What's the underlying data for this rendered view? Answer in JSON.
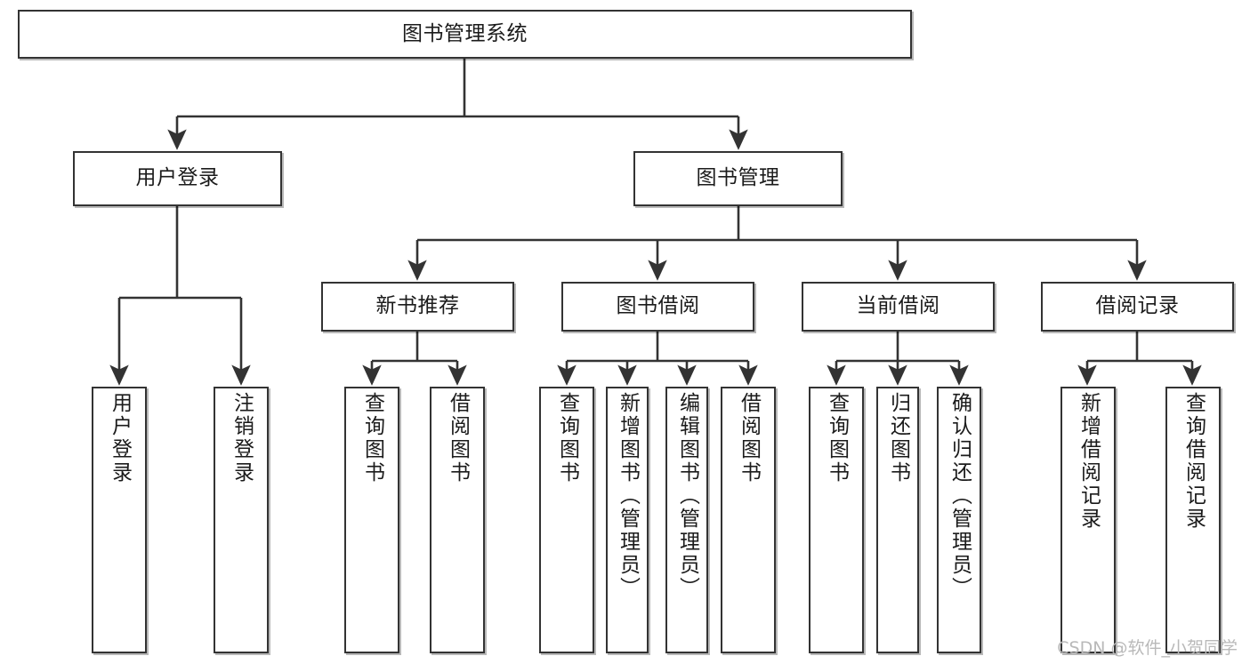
{
  "page": {
    "background": "#ffffff",
    "line_color": "#333333",
    "box_border_color": "#333333",
    "box_fill": "#ffffff",
    "text_color": "#1b1b1b",
    "watermark": "CSDN @软件_小贺同学",
    "watermark_color": "#b9b9b9"
  },
  "chart_data": {
    "type": "diagram",
    "diagram_kind": "tree-hierarchy",
    "title": "图书管理系统",
    "orientation": "top-down",
    "levels": 4,
    "nodes": [
      {
        "id": "root",
        "label": "图书管理系统",
        "level": 0,
        "parent": null,
        "orientation": "horizontal"
      },
      {
        "id": "login",
        "label": "用户登录",
        "level": 1,
        "parent": "root",
        "orientation": "horizontal"
      },
      {
        "id": "bookmgmt",
        "label": "图书管理",
        "level": 1,
        "parent": "root",
        "orientation": "horizontal"
      },
      {
        "id": "newbook",
        "label": "新书推荐",
        "level": 2,
        "parent": "bookmgmt",
        "orientation": "horizontal"
      },
      {
        "id": "borrow",
        "label": "图书借阅",
        "level": 2,
        "parent": "bookmgmt",
        "orientation": "horizontal"
      },
      {
        "id": "current",
        "label": "当前借阅",
        "level": 2,
        "parent": "bookmgmt",
        "orientation": "horizontal"
      },
      {
        "id": "records",
        "label": "借阅记录",
        "level": 2,
        "parent": "bookmgmt",
        "orientation": "horizontal"
      },
      {
        "id": "login-in",
        "label": "用户登录",
        "level": 2,
        "parent": "login",
        "orientation": "vertical"
      },
      {
        "id": "login-out",
        "label": "注销登录",
        "level": 2,
        "parent": "login",
        "orientation": "vertical"
      },
      {
        "id": "nb-query",
        "label": "查询图书",
        "level": 3,
        "parent": "newbook",
        "orientation": "vertical"
      },
      {
        "id": "nb-borrow",
        "label": "借阅图书",
        "level": 3,
        "parent": "newbook",
        "orientation": "vertical"
      },
      {
        "id": "bw-query",
        "label": "查询图书",
        "level": 3,
        "parent": "borrow",
        "orientation": "vertical"
      },
      {
        "id": "bw-add",
        "label": "新增图书（管理员）",
        "level": 3,
        "parent": "borrow",
        "orientation": "vertical"
      },
      {
        "id": "bw-edit",
        "label": "编辑图书（管理员）",
        "level": 3,
        "parent": "borrow",
        "orientation": "vertical"
      },
      {
        "id": "bw-borrow",
        "label": "借阅图书",
        "level": 3,
        "parent": "borrow",
        "orientation": "vertical"
      },
      {
        "id": "cur-query",
        "label": "查询图书",
        "level": 3,
        "parent": "current",
        "orientation": "vertical"
      },
      {
        "id": "cur-return",
        "label": "归还图书",
        "level": 3,
        "parent": "current",
        "orientation": "vertical"
      },
      {
        "id": "cur-confirm",
        "label": "确认归还（管理员）",
        "level": 3,
        "parent": "current",
        "orientation": "vertical"
      },
      {
        "id": "rec-add",
        "label": "新增借阅记录",
        "level": 3,
        "parent": "records",
        "orientation": "vertical"
      },
      {
        "id": "rec-query",
        "label": "查询借阅记录",
        "level": 3,
        "parent": "records",
        "orientation": "vertical"
      }
    ],
    "edges": [
      {
        "from": "root",
        "to": "login"
      },
      {
        "from": "root",
        "to": "bookmgmt"
      },
      {
        "from": "login",
        "to": "login-in"
      },
      {
        "from": "login",
        "to": "login-out"
      },
      {
        "from": "bookmgmt",
        "to": "newbook"
      },
      {
        "from": "bookmgmt",
        "to": "borrow"
      },
      {
        "from": "bookmgmt",
        "to": "current"
      },
      {
        "from": "bookmgmt",
        "to": "records"
      },
      {
        "from": "newbook",
        "to": "nb-query"
      },
      {
        "from": "newbook",
        "to": "nb-borrow"
      },
      {
        "from": "borrow",
        "to": "bw-query"
      },
      {
        "from": "borrow",
        "to": "bw-add"
      },
      {
        "from": "borrow",
        "to": "bw-edit"
      },
      {
        "from": "borrow",
        "to": "bw-borrow"
      },
      {
        "from": "current",
        "to": "cur-query"
      },
      {
        "from": "current",
        "to": "cur-return"
      },
      {
        "from": "current",
        "to": "cur-confirm"
      },
      {
        "from": "records",
        "to": "rec-add"
      },
      {
        "from": "records",
        "to": "rec-query"
      }
    ]
  },
  "nodes": {
    "root": {
      "label": "图书管理系统"
    },
    "login": {
      "label": "用户登录"
    },
    "bookmgmt": {
      "label": "图书管理"
    },
    "newbook": {
      "label": "新书推荐"
    },
    "borrow": {
      "label": "图书借阅"
    },
    "current": {
      "label": "当前借阅"
    },
    "records": {
      "label": "借阅记录"
    },
    "login_in": {
      "label": "用户登录"
    },
    "login_out": {
      "label": "注销登录"
    },
    "nb_query": {
      "label": "查询图书"
    },
    "nb_borrow": {
      "label": "借阅图书"
    },
    "bw_query": {
      "label": "查询图书"
    },
    "bw_add": {
      "label": "新增图书（管理员）"
    },
    "bw_edit": {
      "label": "编辑图书（管理员）"
    },
    "bw_borrow": {
      "label": "借阅图书"
    },
    "cur_query": {
      "label": "查询图书"
    },
    "cur_return": {
      "label": "归还图书"
    },
    "cur_confirm": {
      "label": "确认归还（管理员）"
    },
    "rec_add": {
      "label": "新增借阅记录"
    },
    "rec_query": {
      "label": "查询借阅记录"
    }
  }
}
